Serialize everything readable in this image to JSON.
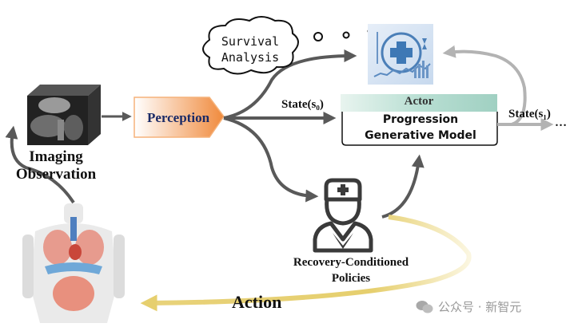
{
  "diagram": {
    "imaging": {
      "label_line1": "Imaging",
      "label_line2": "Observation"
    },
    "perception": {
      "label": "Perception"
    },
    "survival": {
      "label_line1": "Survival",
      "label_line2": "Analysis"
    },
    "state0": {
      "label": "State(s₀)"
    },
    "state1": {
      "label": "State(s₁)",
      "ellipsis": "…"
    },
    "actor": {
      "header": "Actor",
      "title_line1": "Progression",
      "title_line2": "Generative Model"
    },
    "policies": {
      "label_line1": "Recovery-Conditioned",
      "label_line2": "Policies"
    },
    "action": {
      "label": "Action"
    },
    "icons": {
      "imaging": "ct-scan-cube-icon",
      "body": "human-anatomy-icon",
      "doctor": "doctor-icon",
      "survival": "health-analytics-icon",
      "cloud": "thought-cloud-icon"
    },
    "colors": {
      "arrow_dark": "#595959",
      "arrow_light": "#b3b3b3",
      "perception_orange": "#f08a3c",
      "actor_teal": "#a9d6c8",
      "action_gold": "#e6cf6e",
      "perception_text": "#1a2a66"
    }
  },
  "watermark": {
    "text": "公众号 · 新智元"
  }
}
